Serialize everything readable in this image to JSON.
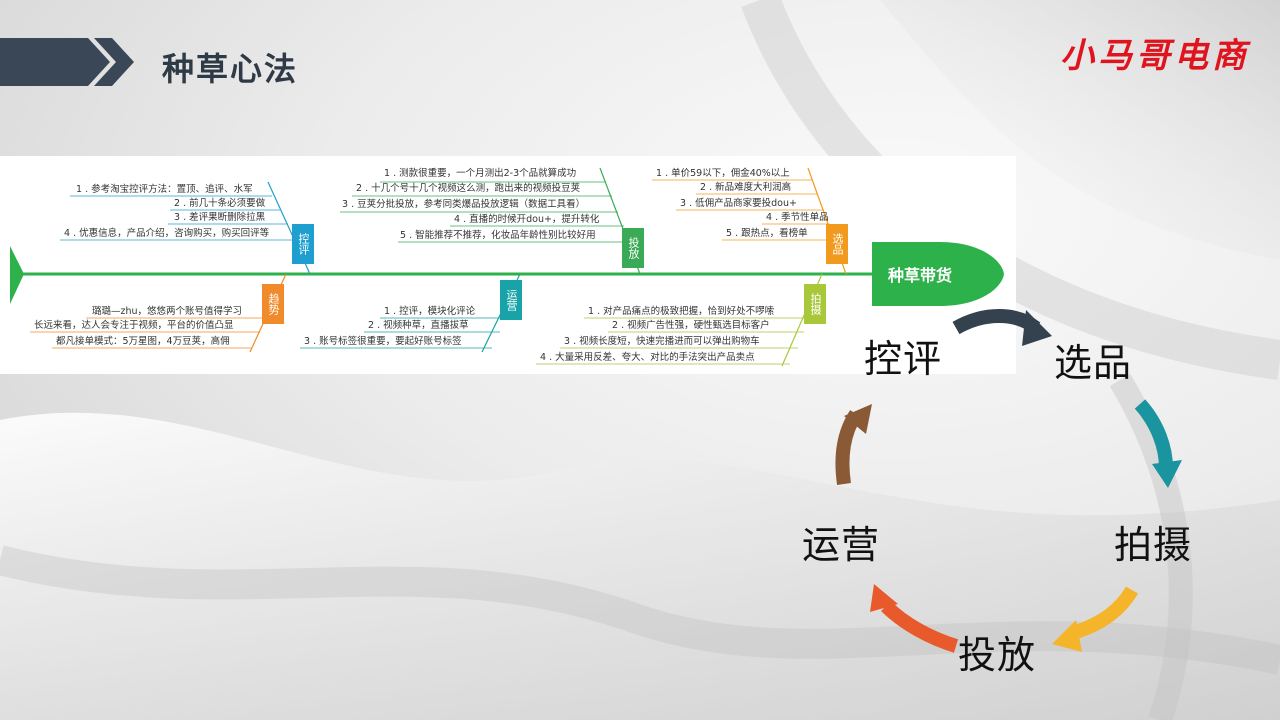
{
  "header": {
    "title": "种草心法",
    "brand": "小马哥电商"
  },
  "fishbone": {
    "head": "种草带货",
    "top": [
      {
        "tag": "控评",
        "color": "#1f9fcf",
        "items": [
          "1 . 参考淘宝控评方法：置顶、追评、水军",
          "2 . 前几十条必须要做",
          "3 . 差评果断删除拉黑",
          "4 . 优惠信息，产品介绍，咨询购买，购买回评等"
        ]
      },
      {
        "tag": "投放",
        "color": "#3aaa56",
        "items": [
          "1 . 测款很重要，一个月测出2-3个品就算成功",
          "2 . 十几个号十几个视频这么测，跑出来的视频投豆荚",
          "3 . 豆荚分批投放，参考同类爆品投放逻辑（数据工具看）",
          "4 . 直播的时候开dou+，提升转化",
          "5 . 智能推荐不推荐，化妆品年龄性别比较好用"
        ]
      },
      {
        "tag": "选品",
        "color": "#f29a1d",
        "items": [
          "1 . 单价59以下，佣金40%以上",
          "2 . 新品难度大利润高",
          "3 . 低佣产品商家要投dou+",
          "4 . 季节性单品",
          "5 . 跟热点，看榜单"
        ]
      }
    ],
    "bottom": [
      {
        "tag": "趋势",
        "color": "#f08a2a",
        "items": [
          "璐璐—zhu，悠悠两个账号值得学习",
          "长远来看，达人会专注于视频，平台的价值凸显",
          "都凡接单模式：5万星图，4万豆荚，高佣"
        ]
      },
      {
        "tag": "运营",
        "color": "#17a3a8",
        "items": [
          "1 . 控评，模块化评论",
          "2 . 视频种草，直播拔草",
          "3 . 账号标签很重要，要起好账号标签"
        ]
      },
      {
        "tag": "拍摄",
        "color": "#a8c83a",
        "items": [
          "1 . 对产品痛点的极致把握，恰到好处不啰嗦",
          "2 . 视频广告性强，硬性甄选目标客户",
          "3 . 视频长度短，快速完播进而可以弹出购物车",
          "4 . 大量采用反差、夸大、对比的手法突出产品卖点"
        ]
      }
    ]
  },
  "cycle": {
    "nodes": [
      "控评",
      "选品",
      "拍摄",
      "投放",
      "运营"
    ],
    "arrow_colors": [
      "#34424f",
      "#1a95a0",
      "#f5b52a",
      "#e85a2c",
      "#8a5a36"
    ]
  }
}
